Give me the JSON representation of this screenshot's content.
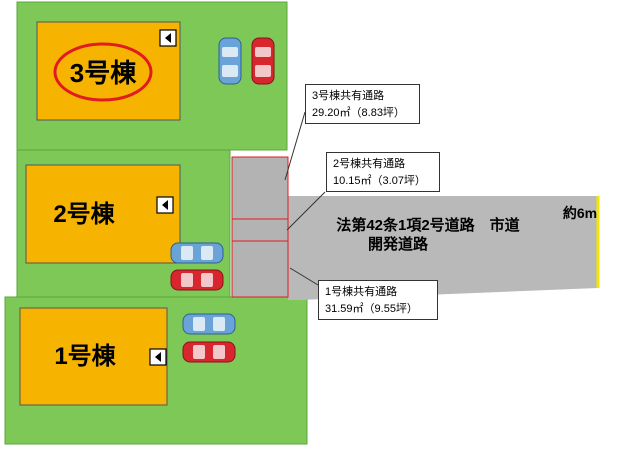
{
  "buildings": {
    "b3": {
      "label": "3号棟",
      "highlighted": true
    },
    "b2": {
      "label": "2号棟",
      "highlighted": false
    },
    "b1": {
      "label": "1号棟",
      "highlighted": false
    }
  },
  "road": {
    "line1": "法第42条1項2号道路　市道",
    "line2": "開発道路",
    "width_label": "約6m"
  },
  "callouts": {
    "c3": {
      "title": "3号棟共有通路",
      "area": "29.20㎡（8.83坪）"
    },
    "c2": {
      "title": "2号棟共有通路",
      "area": "10.15㎡（3.07坪）"
    },
    "c1": {
      "title": "1号棟共有通路",
      "area": "31.59㎡（9.55坪）"
    }
  },
  "colors": {
    "lot_green": "#7dc857",
    "building_orange": "#f6b400",
    "road_gray": "#b9b9b9",
    "shared_path_gray": "#b3b3b3",
    "highlight_red": "#e11b22",
    "road_edge_yellow": "#f3e600",
    "car_blue": "#6aa3d8",
    "car_red": "#d7262e"
  },
  "icons": [
    "entrance-marker-icon",
    "car-icon"
  ]
}
